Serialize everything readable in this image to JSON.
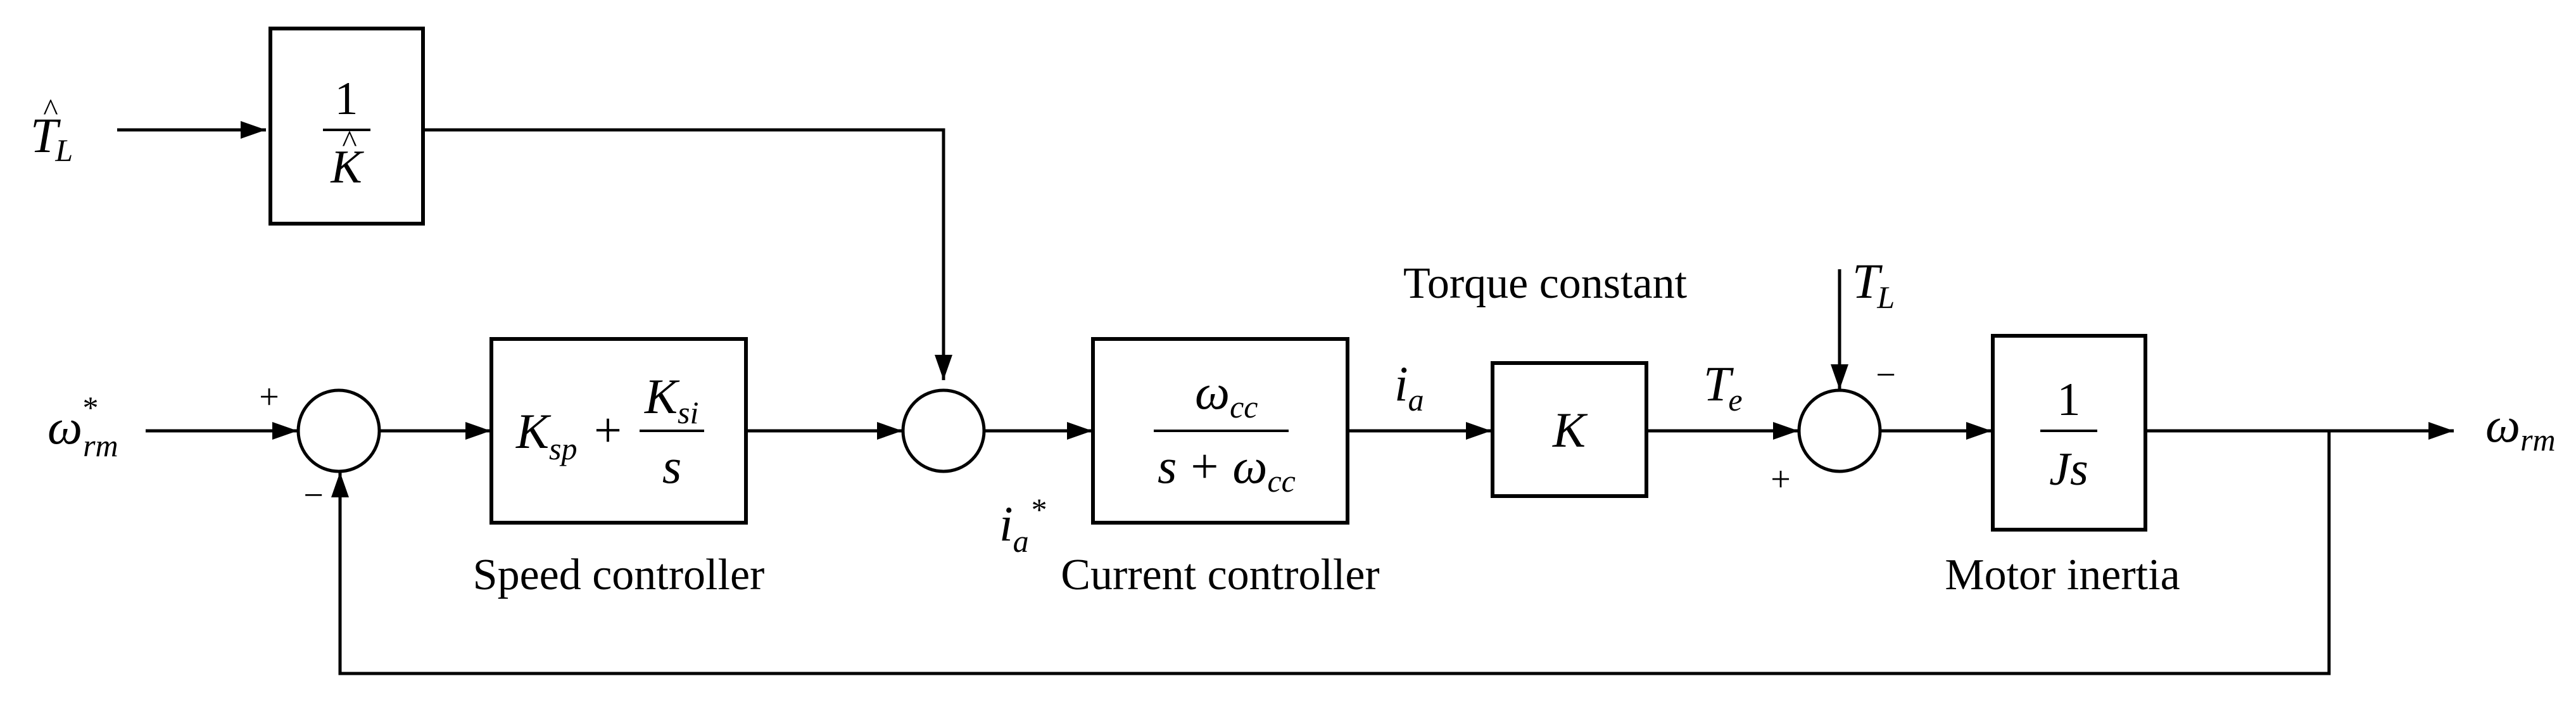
{
  "signals": {
    "torque_estimate": {
      "base": "T",
      "accent": "^",
      "sub": "L"
    },
    "speed_ref": {
      "base": "ω",
      "sup": "*",
      "sub": "rm"
    },
    "speed_out": {
      "base": "ω",
      "sub": "rm"
    },
    "current_ref": {
      "base": "i",
      "sub": "a",
      "sup": "*"
    },
    "current": {
      "base": "i",
      "sub": "a"
    },
    "elec_torque": {
      "base": "T",
      "sub": "e"
    },
    "load_torque": {
      "base": "T",
      "sub": "L"
    }
  },
  "blocks": {
    "feedforward": {
      "num": "1",
      "den": "K",
      "den_accent": "^"
    },
    "speed_controller": {
      "caption": "Speed controller",
      "kp": {
        "base": "K",
        "sub": "sp"
      },
      "plus": "+",
      "ki": {
        "base": "K",
        "sub": "si"
      },
      "ki_den": "s"
    },
    "current_controller": {
      "caption": "Current controller",
      "num": {
        "base": "ω",
        "sub": "cc"
      },
      "den_s": "s",
      "den_plus": "+",
      "den": {
        "base": "ω",
        "sub": "cc"
      }
    },
    "torque_constant": {
      "caption": "Torque constant",
      "label": "K"
    },
    "motor_inertia": {
      "caption": "Motor inertia",
      "num": "1",
      "den": "Js"
    }
  },
  "junction_signs": {
    "sum1_ref": "+",
    "sum1_feedback": "−",
    "sum3_torque": "+",
    "sum3_load": "−"
  }
}
